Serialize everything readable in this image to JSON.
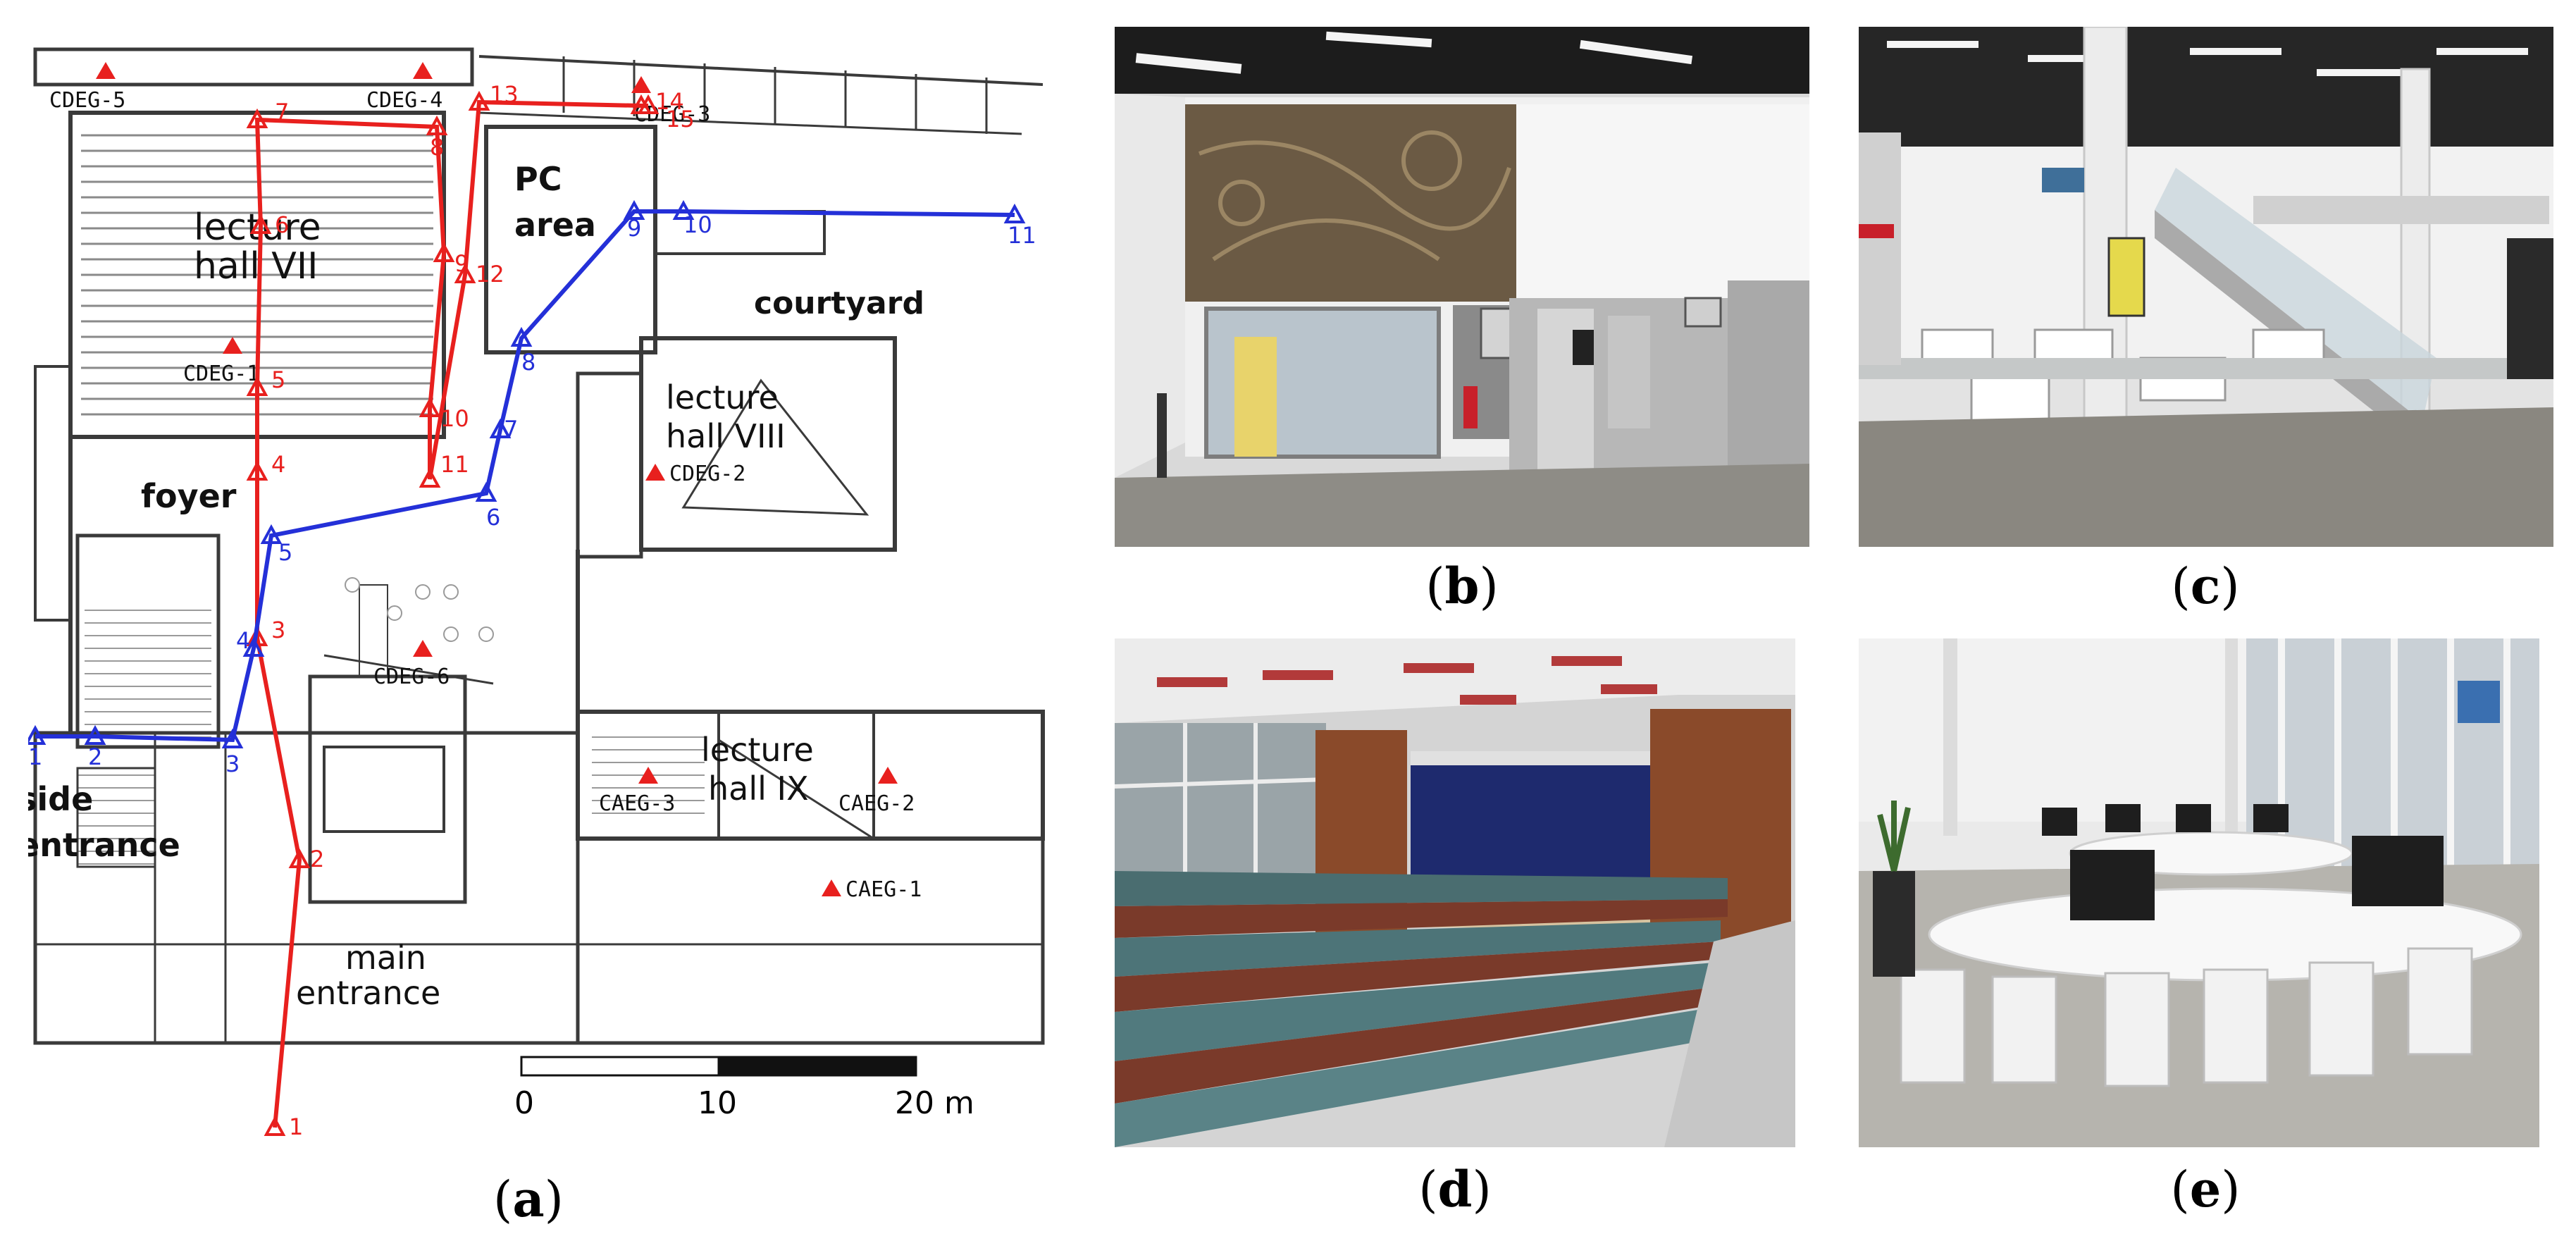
{
  "captions": {
    "a": [
      "(",
      "a",
      ")"
    ],
    "b": [
      "(",
      "b",
      ")"
    ],
    "c": [
      "(",
      "c",
      ")"
    ],
    "d": [
      "(",
      "d",
      ")"
    ],
    "e": [
      "(",
      "e",
      ")"
    ]
  },
  "floorplan": {
    "rooms": {
      "lecture_hall_vii": [
        "lecture",
        "hall VII"
      ],
      "pc_area": [
        "PC",
        "area"
      ],
      "courtyard": "courtyard",
      "lecture_hall_viii": [
        "lecture",
        "hall VIII"
      ],
      "foyer": "foyer",
      "lecture_hall_ix": [
        "lecture",
        "hall IX"
      ],
      "side_entrance": [
        "side",
        "entrance"
      ],
      "main_entrance": [
        "main",
        "entrance"
      ]
    },
    "antennas": [
      "CDEG-5",
      "CDEG-4",
      "CDEG-3",
      "CDEG-1",
      "CDEG-2",
      "CDEG-6",
      "CAEG-3",
      "CAEG-2",
      "CAEG-1"
    ],
    "scale": {
      "ticks": [
        "0",
        "10",
        "20 m"
      ]
    },
    "red_path": {
      "color": "#e8201e",
      "labels": [
        "1",
        "2",
        "3",
        "4",
        "5",
        "6",
        "7",
        "8",
        "9",
        "10",
        "11",
        "12",
        "13",
        "14",
        "15"
      ]
    },
    "blue_path": {
      "color": "#2430d8",
      "labels": [
        "1",
        "2",
        "3",
        "4",
        "5",
        "6",
        "7",
        "8",
        "9",
        "10",
        "11"
      ]
    },
    "colors": {
      "red": "#e8201e",
      "blue": "#2430d8",
      "walls": "#3a3a3a"
    }
  }
}
